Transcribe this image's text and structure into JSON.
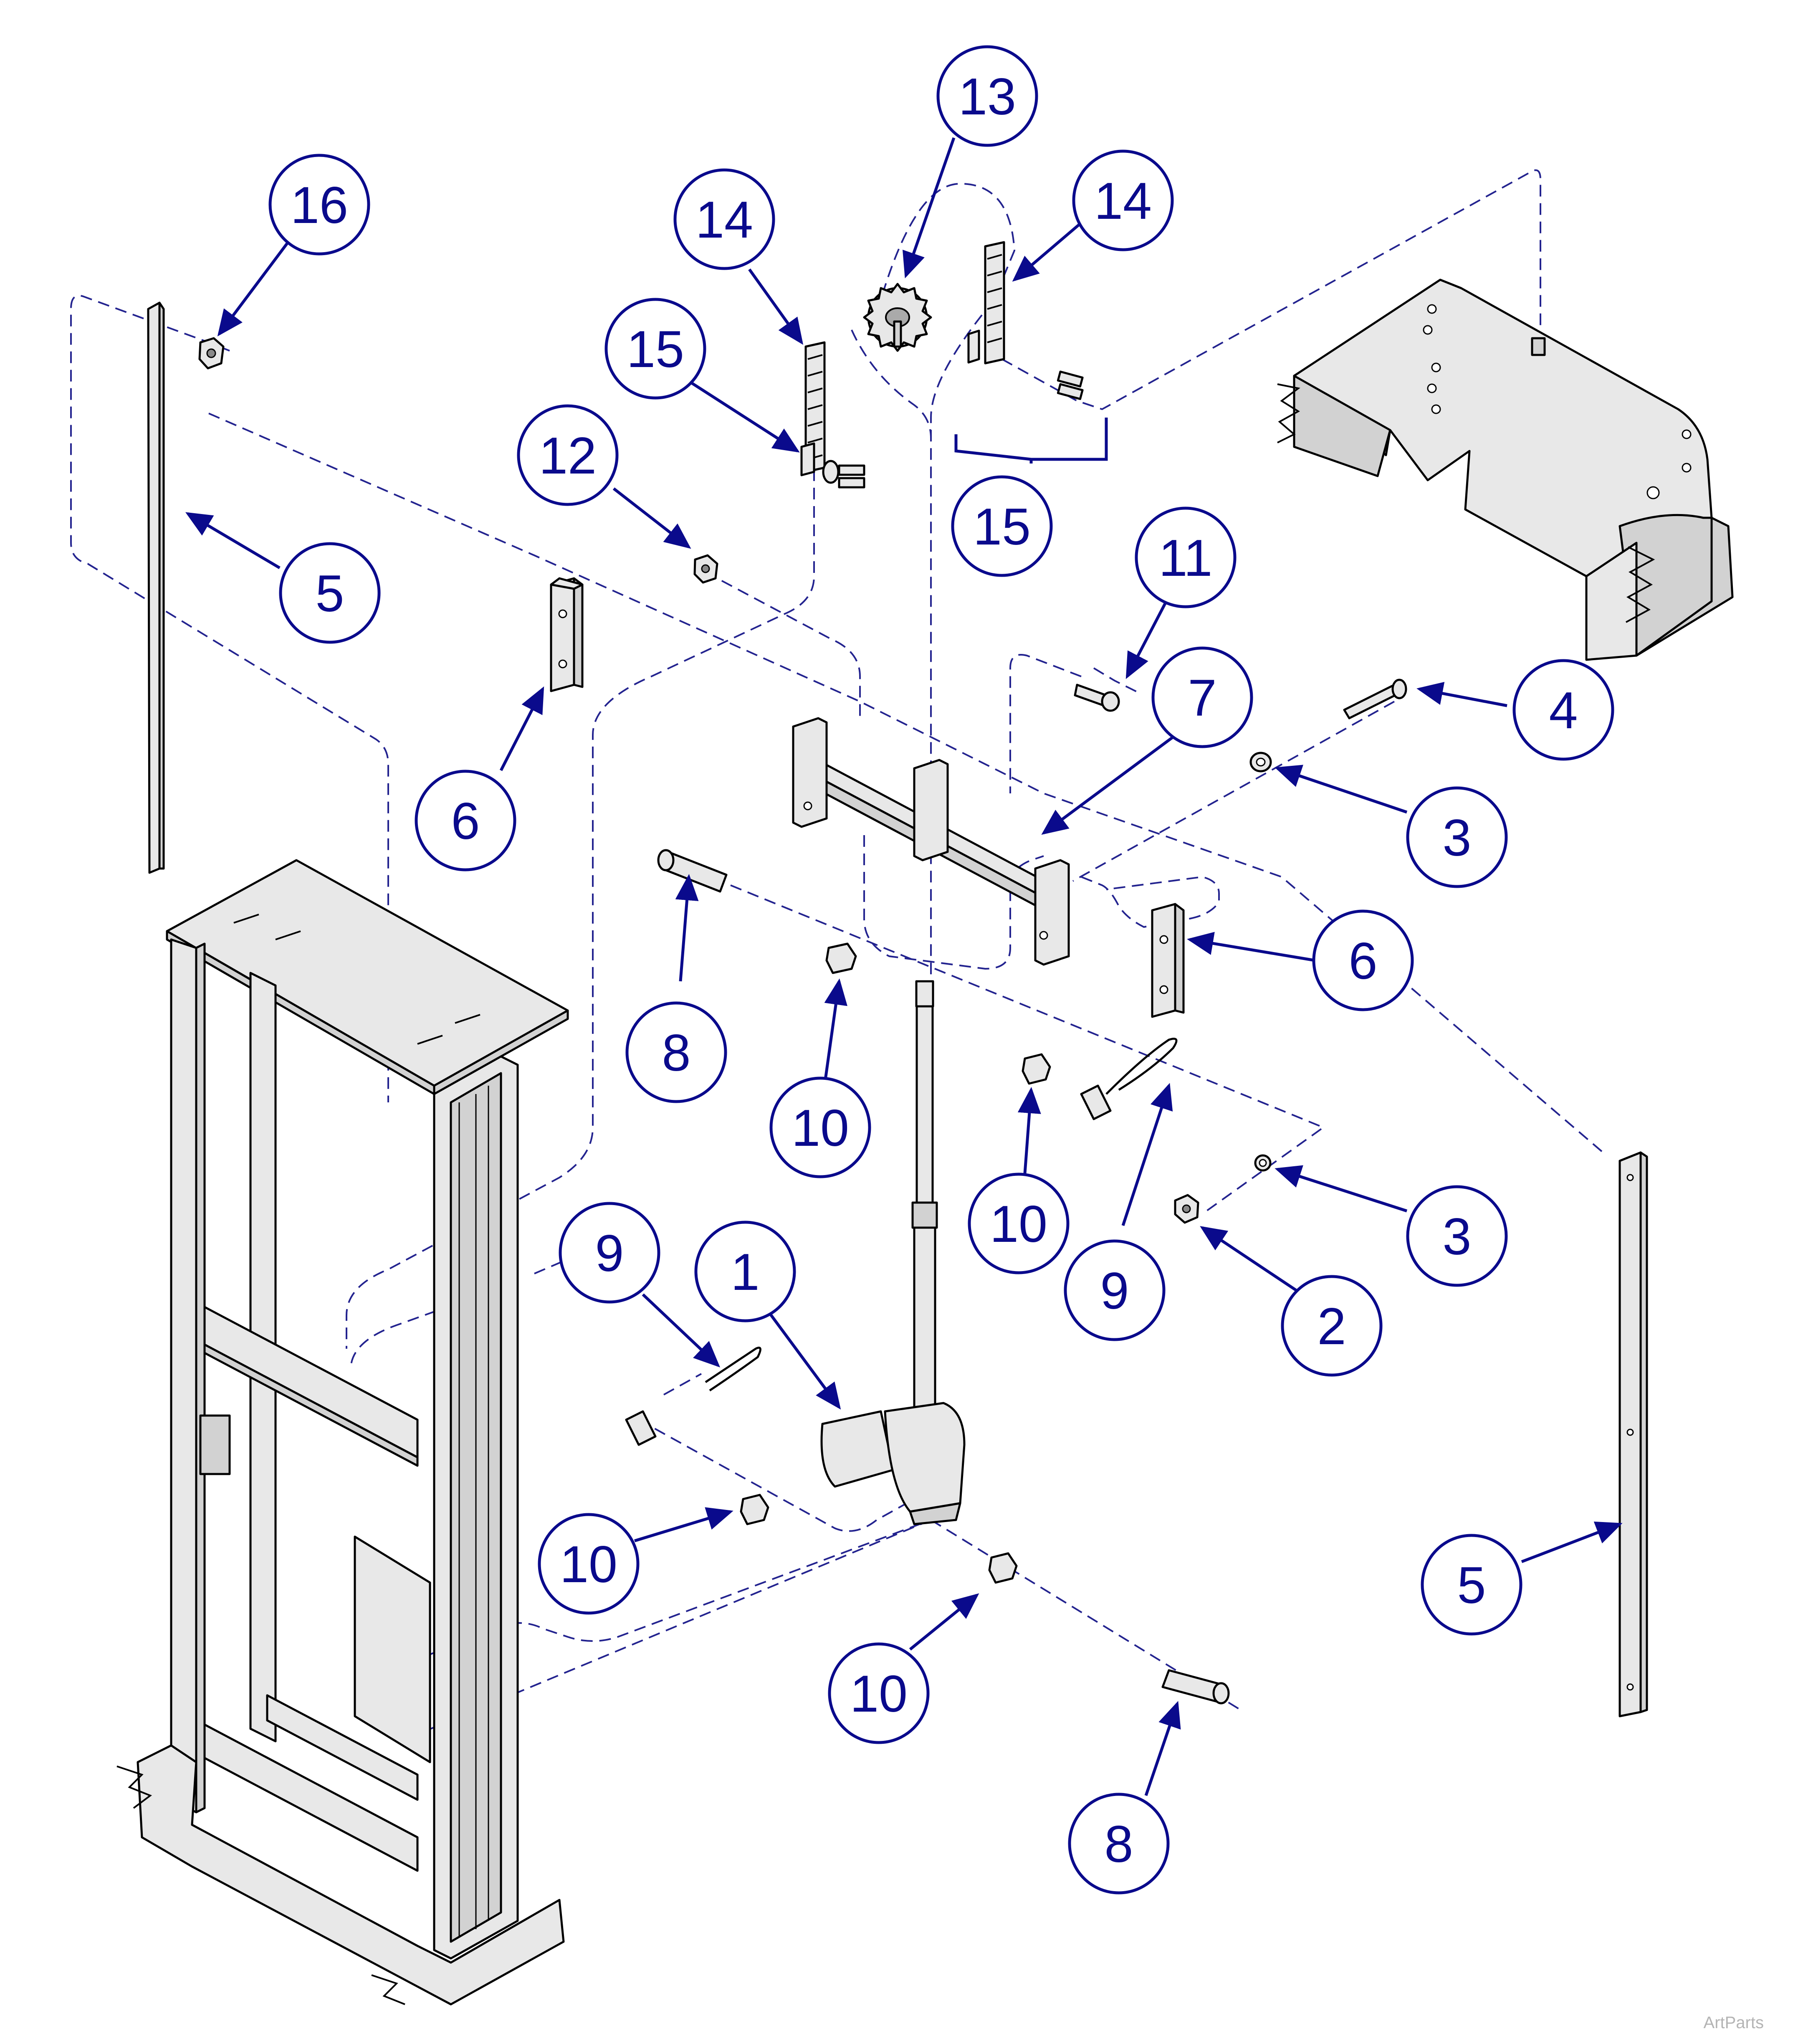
{
  "diagram": {
    "callouts": [
      "16",
      "14",
      "13",
      "14",
      "15",
      "15",
      "12",
      "5",
      "6",
      "11",
      "7",
      "4",
      "3",
      "6",
      "8",
      "10",
      "10",
      "9",
      "3",
      "2",
      "9",
      "1",
      "10",
      "10",
      "8",
      "5"
    ],
    "watermark": "ArtParts",
    "colors": {
      "callout": "#0a0a8c",
      "leader": "#23238f",
      "part_fill": "#e8e8e8"
    }
  }
}
